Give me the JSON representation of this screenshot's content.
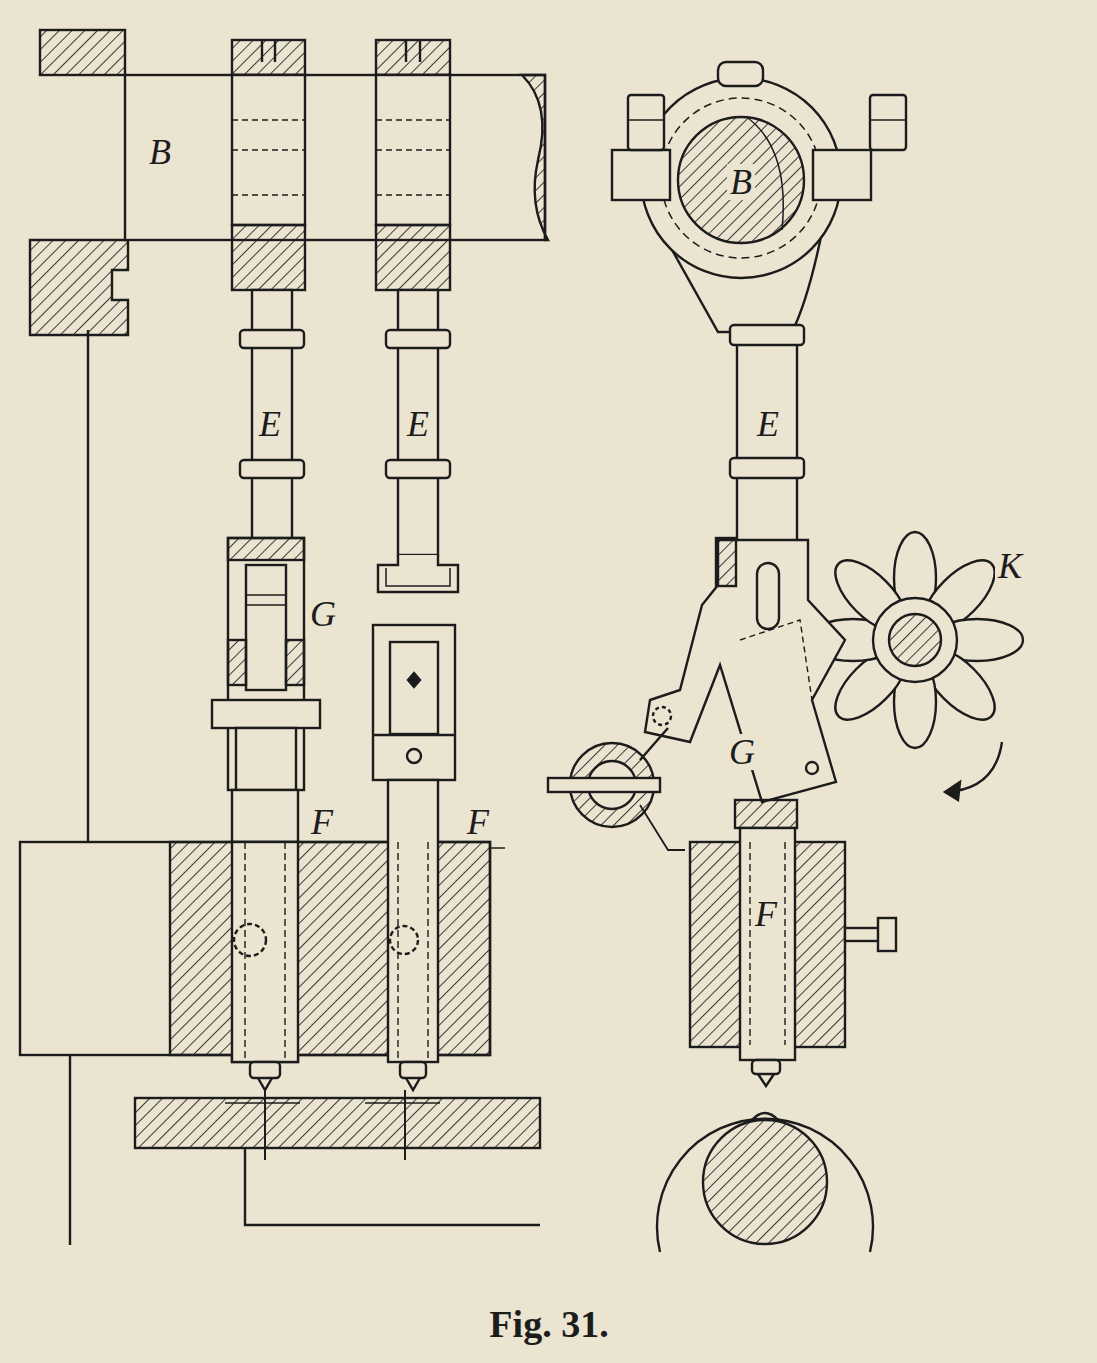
{
  "diagram": {
    "caption": "Fig. 31.",
    "labels": [
      "B",
      "E",
      "E",
      "G",
      "F",
      "F",
      "B",
      "E",
      "K",
      "G",
      "F"
    ]
  }
}
